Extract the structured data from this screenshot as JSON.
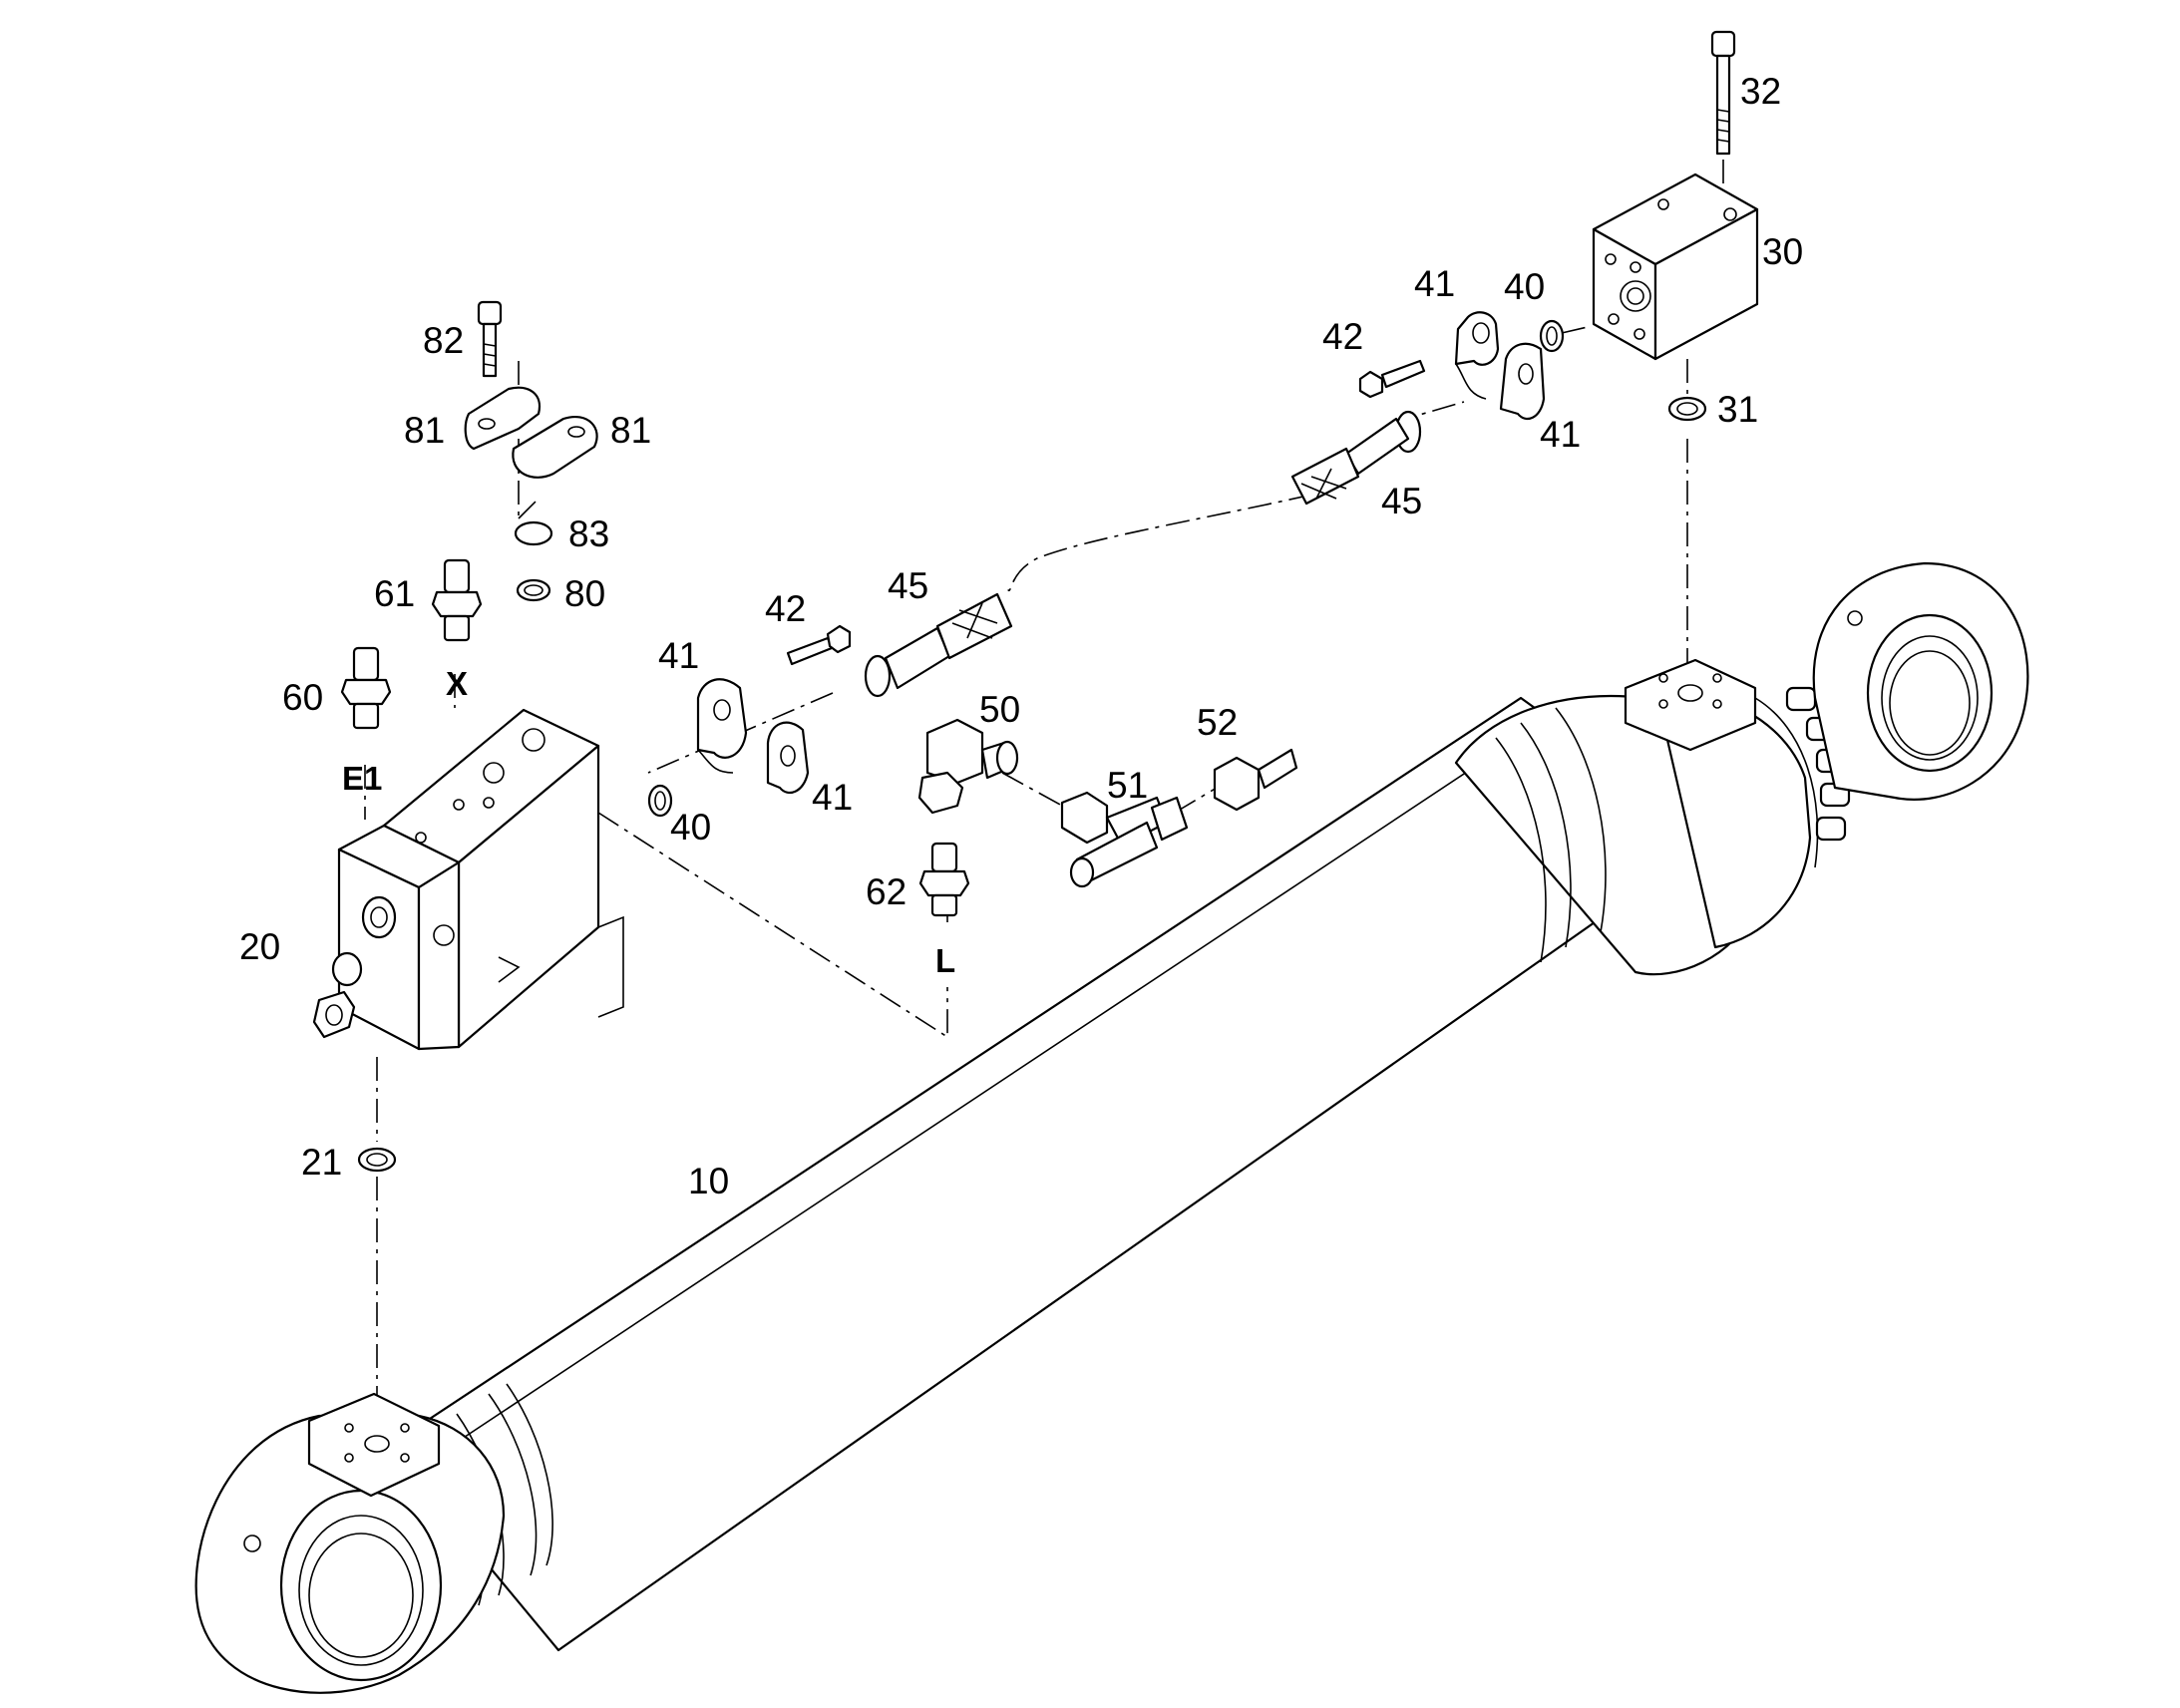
{
  "callouts": [
    {
      "id": "c32",
      "text": "32"
    },
    {
      "id": "c30",
      "text": "30"
    },
    {
      "id": "c31",
      "text": "31"
    },
    {
      "id": "c40a",
      "text": "40"
    },
    {
      "id": "c41a",
      "text": "41"
    },
    {
      "id": "c42a",
      "text": "42"
    },
    {
      "id": "c41b",
      "text": "41"
    },
    {
      "id": "c45a",
      "text": "45"
    },
    {
      "id": "c82",
      "text": "82"
    },
    {
      "id": "c81a",
      "text": "81"
    },
    {
      "id": "c81b",
      "text": "81"
    },
    {
      "id": "c83",
      "text": "83"
    },
    {
      "id": "c80",
      "text": "80"
    },
    {
      "id": "c61",
      "text": "61"
    },
    {
      "id": "c60",
      "text": "60"
    },
    {
      "id": "c45b",
      "text": "45"
    },
    {
      "id": "c42b",
      "text": "42"
    },
    {
      "id": "c41c",
      "text": "41"
    },
    {
      "id": "c41d",
      "text": "41"
    },
    {
      "id": "c40b",
      "text": "40"
    },
    {
      "id": "c50",
      "text": "50"
    },
    {
      "id": "c51",
      "text": "51"
    },
    {
      "id": "c52",
      "text": "52"
    },
    {
      "id": "c62",
      "text": "62"
    },
    {
      "id": "c20",
      "text": "20"
    },
    {
      "id": "c21",
      "text": "21"
    },
    {
      "id": "c10",
      "text": "10"
    }
  ],
  "ports": [
    {
      "id": "pX",
      "text": "X"
    },
    {
      "id": "pE1",
      "text": "E1"
    },
    {
      "id": "pL",
      "text": "L"
    }
  ]
}
